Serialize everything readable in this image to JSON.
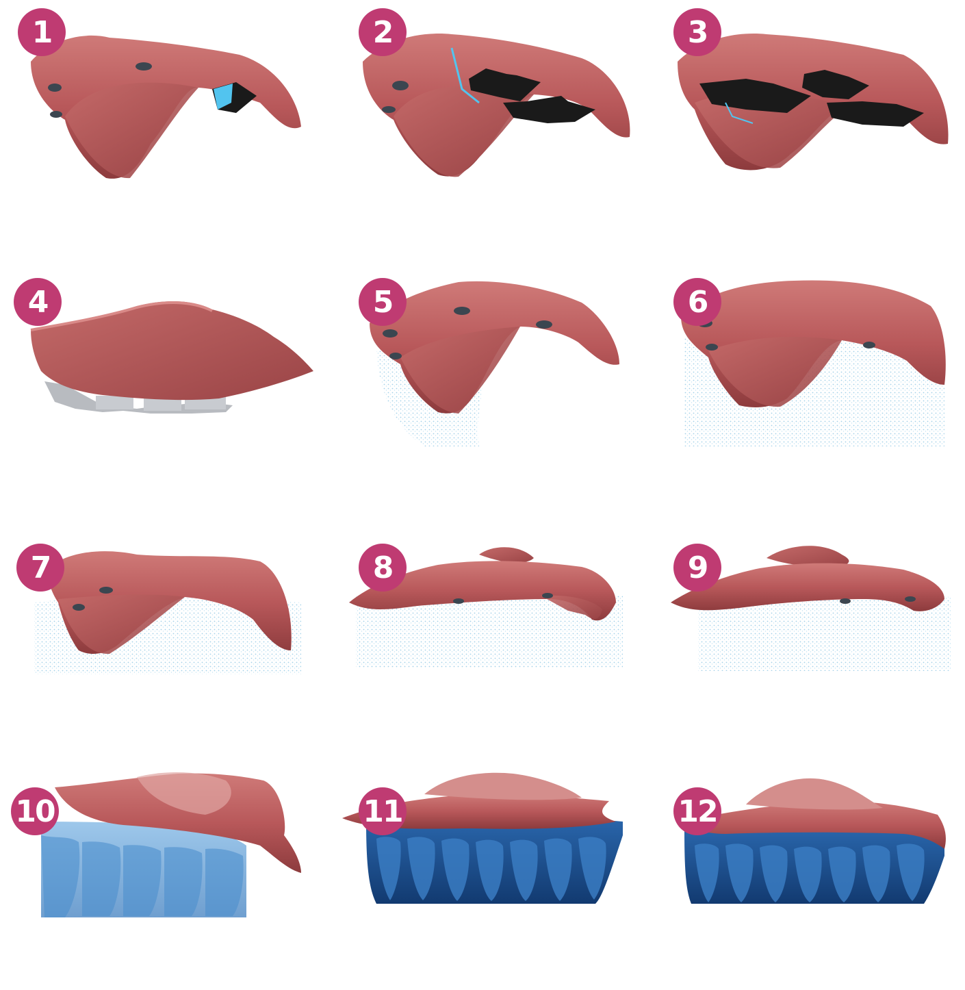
{
  "steps": [
    {
      "number": "1",
      "model": "gum-scan-palate-with-scan-body"
    },
    {
      "number": "2",
      "model": "gum-scan-palate-with-two-scan-bodies"
    },
    {
      "number": "3",
      "model": "gum-scan-with-four-scan-bodies"
    },
    {
      "number": "4",
      "model": "palate-view-with-gray-abutments"
    },
    {
      "number": "5",
      "model": "gum-scan-with-point-cloud"
    },
    {
      "number": "6",
      "model": "gum-scan-with-point-cloud"
    },
    {
      "number": "7",
      "model": "gum-scan-with-point-cloud"
    },
    {
      "number": "8",
      "model": "gum-scan-with-point-cloud"
    },
    {
      "number": "9",
      "model": "gum-scan-with-point-cloud"
    },
    {
      "number": "10",
      "model": "gum-scan-with-translucent-teeth"
    },
    {
      "number": "11",
      "model": "gum-scan-with-blue-teeth"
    },
    {
      "number": "12",
      "model": "gum-scan-with-blue-teeth"
    }
  ],
  "colors": {
    "badge": "#bf3b72",
    "gum": "#b8585a",
    "gum_dark": "#8d3b3d",
    "point_cloud": "#9fcfe8",
    "scan_body": "#1a1a1a",
    "teeth_blue": "#1d4f8f",
    "teeth_light": "#5e9fd6"
  }
}
